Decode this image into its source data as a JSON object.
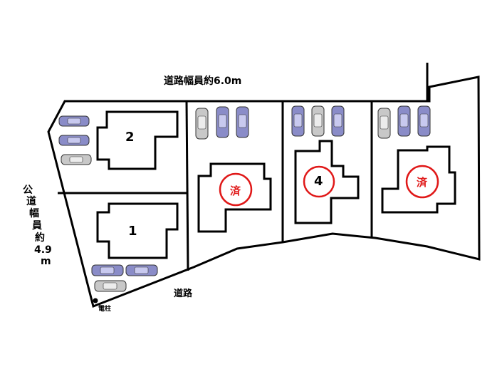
{
  "labels": {
    "road_top": "道路幅員約6.0m",
    "road_bottom": "道路",
    "side_road": "公道幅員約4.9m",
    "side_road_lines": [
      "公",
      "道",
      "幅",
      "員",
      "約",
      "4.9",
      "m"
    ],
    "utility_pole": "電柱"
  },
  "lots": [
    {
      "id": "lot-1",
      "number": "1",
      "status": ""
    },
    {
      "id": "lot-2",
      "number": "2",
      "status": ""
    },
    {
      "id": "lot-3",
      "number": "",
      "status": "済"
    },
    {
      "id": "lot-4",
      "number": "4",
      "status": ""
    },
    {
      "id": "lot-5",
      "number": "",
      "status": "済"
    }
  ],
  "colors": {
    "line": "#000000",
    "car_blue": "#8a8cc8",
    "car_gray": "#c8c8c8",
    "sold_red": "#e01818"
  },
  "icons": [
    "car-icon",
    "utility-pole-icon",
    "sold-circle-icon"
  ]
}
